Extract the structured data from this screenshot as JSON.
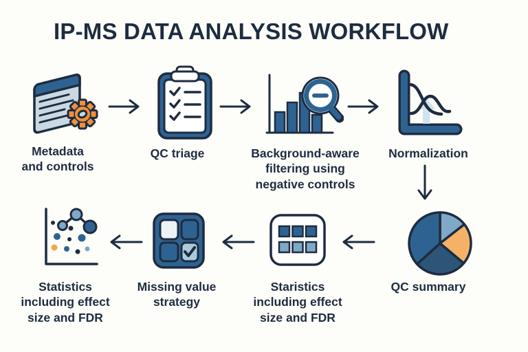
{
  "title": "IP-MS DATA ANALYSIS WORKFLOW",
  "colors": {
    "background": "#fdfdf9",
    "paper": "#ffffff",
    "ink": "#1e2c40",
    "blue": "#2e6391",
    "blue_dark": "#2c5578",
    "light_blue": "#7fa9c6",
    "pale_blue": "#c9d8e2",
    "near_white": "#edf2f6",
    "check_blue": "#a9cadd",
    "pale_arrow": "#cfe3f0",
    "orange": "#ef913a",
    "pie_orange": "#f5b266",
    "dot_orange": "#f0a64a"
  },
  "steps": [
    {
      "id": "metadata-and-controls",
      "label": "Metadata\nand controls",
      "icon": "document-gear-icon"
    },
    {
      "id": "qc-triage",
      "label": "QC triage",
      "icon": "clipboard-checklist-icon"
    },
    {
      "id": "background-filtering",
      "label": "Background-aware\nfiltering using\nnegative controls",
      "icon": "bar-chart-magnifier-icon"
    },
    {
      "id": "normalization",
      "label": "Normalization",
      "icon": "distribution-curves-icon"
    },
    {
      "id": "qc-summary",
      "label": "QC summary",
      "icon": "pie-chart-icon"
    },
    {
      "id": "statistics-grid",
      "label": "Staristics\nincluding effect\nsize and FDR",
      "icon": "grid-squares-icon"
    },
    {
      "id": "missing-value-strategy",
      "label": "Missing value\nstrategy",
      "icon": "checkbox-grid-icon"
    },
    {
      "id": "statistics-scatter",
      "label": "Statistics\nincluding effect\nsize and FDR",
      "icon": "scatter-plot-icon"
    }
  ]
}
